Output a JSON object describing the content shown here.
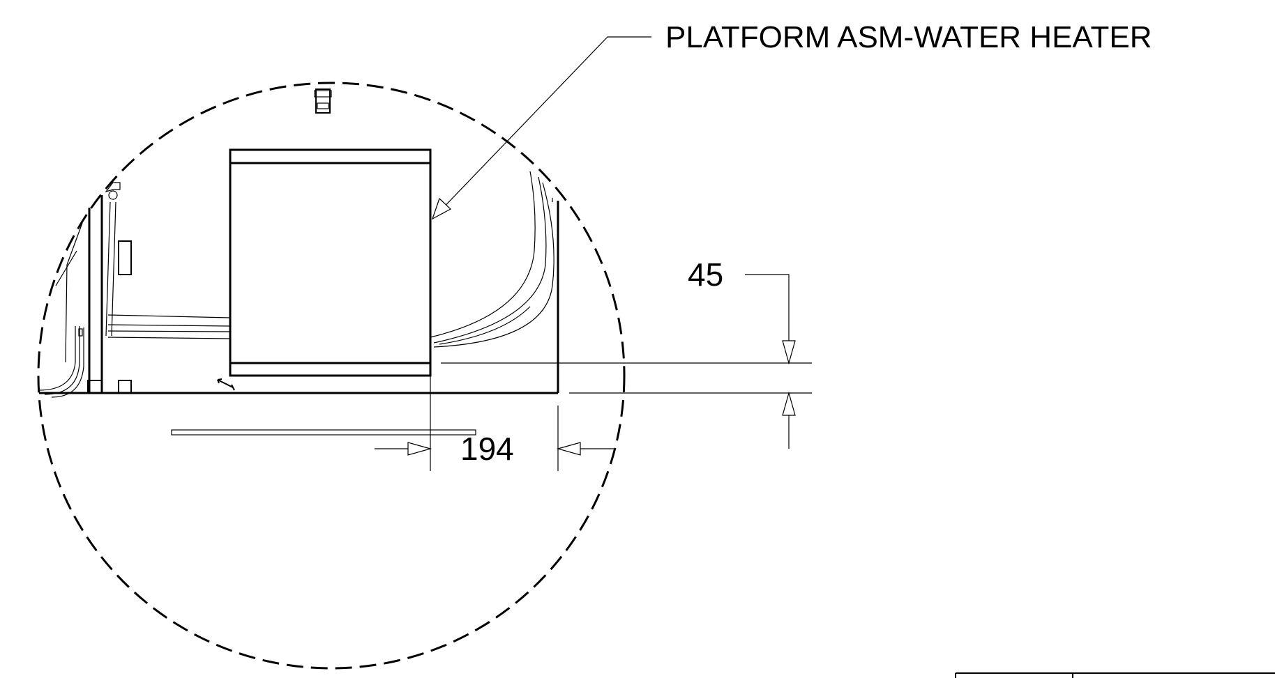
{
  "callout": {
    "label": "PLATFORM ASM-WATER HEATER"
  },
  "dimensions": {
    "vertical": "45",
    "horizontal": "194"
  },
  "colors": {
    "line": "#000000",
    "background": "#ffffff"
  }
}
